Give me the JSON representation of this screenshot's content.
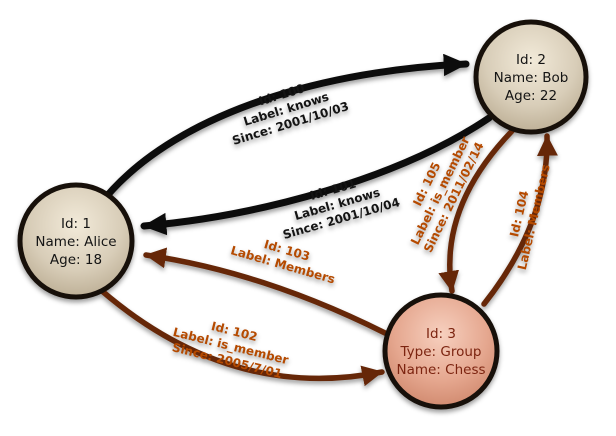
{
  "colors": {
    "knows_edge": "#0c0c0c",
    "member_edge": "#662708",
    "knows_label": "#141414",
    "member_label": "#b54a00",
    "person_text": "#141414",
    "group_text": "#7c2410",
    "node_border": "#17100a",
    "person_fill_light": "#f2ead9",
    "person_fill_mid": "#d8cdb8",
    "person_fill_dark": "#b3a489",
    "group_fill_light": "#f7d0bf",
    "group_fill_mid": "#e5a78f",
    "group_fill_dark": "#c97f63"
  },
  "nodes": {
    "alice": {
      "id": "Id: 1",
      "name": "Name: Alice",
      "age": "Age: 18"
    },
    "bob": {
      "id": "Id: 2",
      "name": "Name: Bob",
      "age": "Age: 22"
    },
    "group": {
      "id": "Id: 3",
      "type": "Type: Group",
      "name": "Name: Chess"
    }
  },
  "edges": {
    "knows_100": {
      "id": "Id: 100",
      "label": "Label: knows",
      "since": "Since: 2001/10/03"
    },
    "knows_101": {
      "id": "Id: 101",
      "label": "Label: knows",
      "since": "Since: 2001/10/04"
    },
    "is_member_102": {
      "id": "Id: 102",
      "label": "Label: is_member",
      "since": "Since: 2005/7/01"
    },
    "members_103": {
      "id": "Id: 103",
      "label": "Label: Members"
    },
    "members_104": {
      "id": "Id: 104",
      "label": "Label: Members"
    },
    "is_member_105": {
      "id": "Id: 105",
      "label": "Label: is_member",
      "since": "Since: 2011/02/14"
    }
  }
}
